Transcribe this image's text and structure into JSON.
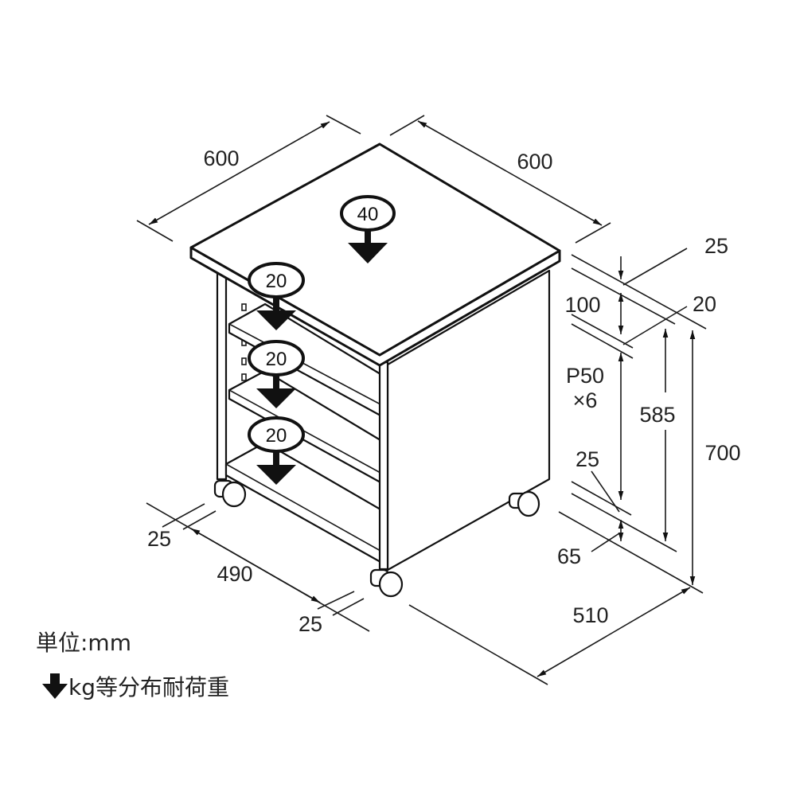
{
  "dimensions": {
    "top_width_left": "600",
    "top_width_right": "600",
    "top_offset": "25",
    "top_thickness": "20",
    "top_gap": "100",
    "pitch_line1": "P50",
    "pitch_line2": "×6",
    "bottom_offset": "25",
    "caster_height": "65",
    "inner_height": "585",
    "total_height": "700",
    "side_left": "25",
    "inner_width": "490",
    "side_right": "25",
    "depth": "510"
  },
  "loads": {
    "top": "40",
    "shelf1": "20",
    "shelf2": "20",
    "shelf3": "20"
  },
  "legend": {
    "unit": "単位:mm",
    "load_note": "kg等分布耐荷重"
  },
  "icons": {
    "load_arrow": "down-arrow-icon"
  }
}
